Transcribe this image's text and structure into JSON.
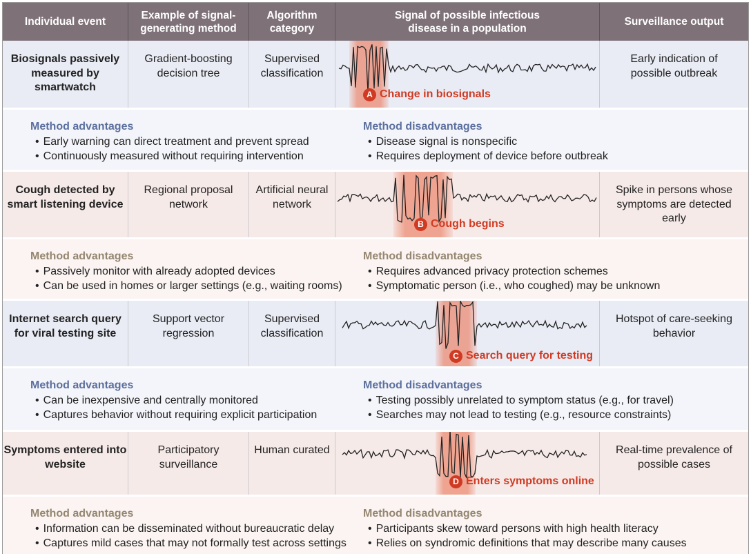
{
  "header": [
    "Individual event",
    "Example of signal-generating method",
    "Algorithm category",
    "Signal of possible infectious disease in a population",
    "Surveillance output"
  ],
  "adv_title": "Method advantages",
  "disadv_title": "Method disadvantages",
  "rows": [
    {
      "event": "Biosignals passively measured by smartwatch",
      "method": "Gradient-boosting decision tree",
      "category": "Supervised classification",
      "badge": "A",
      "signal_label": "Change in biosignals",
      "output": "Early indication of possible outbreak",
      "advantages": [
        "Early warning can direct treatment and prevent spread",
        "Continuously measured without requiring intervention"
      ],
      "disadvantages": [
        "Disease signal is nonspecific",
        "Requires deployment of device before outbreak"
      ]
    },
    {
      "event": "Cough detected by smart listening device",
      "method": "Regional proposal network",
      "category": "Artificial neural network",
      "badge": "B",
      "signal_label": "Cough begins",
      "output": "Spike in persons whose symptoms are detected early",
      "advantages": [
        "Passively monitor with already adopted devices",
        "Can be used in homes or larger settings (e.g., waiting rooms)"
      ],
      "disadvantages": [
        "Requires advanced privacy protection schemes",
        "Symptomatic person (i.e., who coughed) may be unknown"
      ]
    },
    {
      "event": "Internet search query for viral testing site",
      "method": "Support vector regression",
      "category": "Supervised classification",
      "badge": "C",
      "signal_label": "Search query for testing",
      "output": "Hotspot of care-seeking behavior",
      "advantages": [
        "Can be inexpensive and centrally monitored",
        "Captures behavior without requiring explicit participation"
      ],
      "disadvantages": [
        "Testing possibly unrelated to symptom status (e.g., for travel)",
        "Searches may not lead to testing (e.g., resource constraints)"
      ]
    },
    {
      "event": "Symptoms entered into website",
      "method": "Participatory surveillance",
      "category": "Human curated",
      "badge": "D",
      "signal_label": "Enters symptoms online",
      "output": "Real-time prevalence of possible cases",
      "advantages": [
        "Information can be disseminated without bureaucratic delay",
        "Captures mild cases that may not formally test across settings"
      ],
      "disadvantages": [
        "Participants skew toward persons with high health literacy",
        "Relies on syndromic definitions that may describe many causes"
      ]
    }
  ]
}
